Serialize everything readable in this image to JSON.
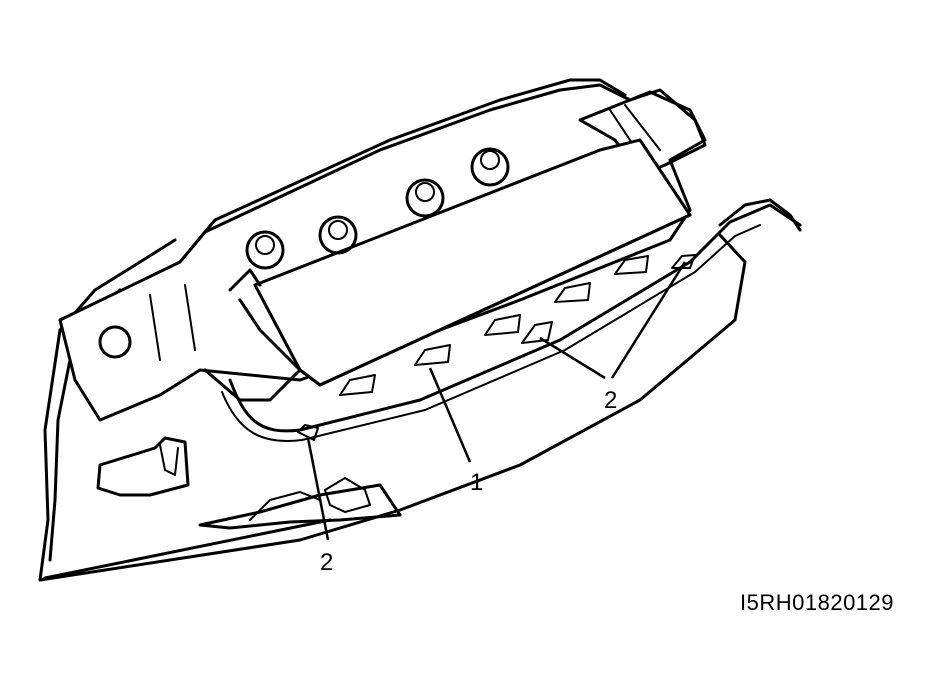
{
  "callouts": {
    "airbag_module": "1",
    "clip_left": "2",
    "clip_right": "2"
  },
  "figure_code": "I5RH01820129",
  "colors": {
    "ink": "#000000",
    "paper": "#ffffff"
  }
}
